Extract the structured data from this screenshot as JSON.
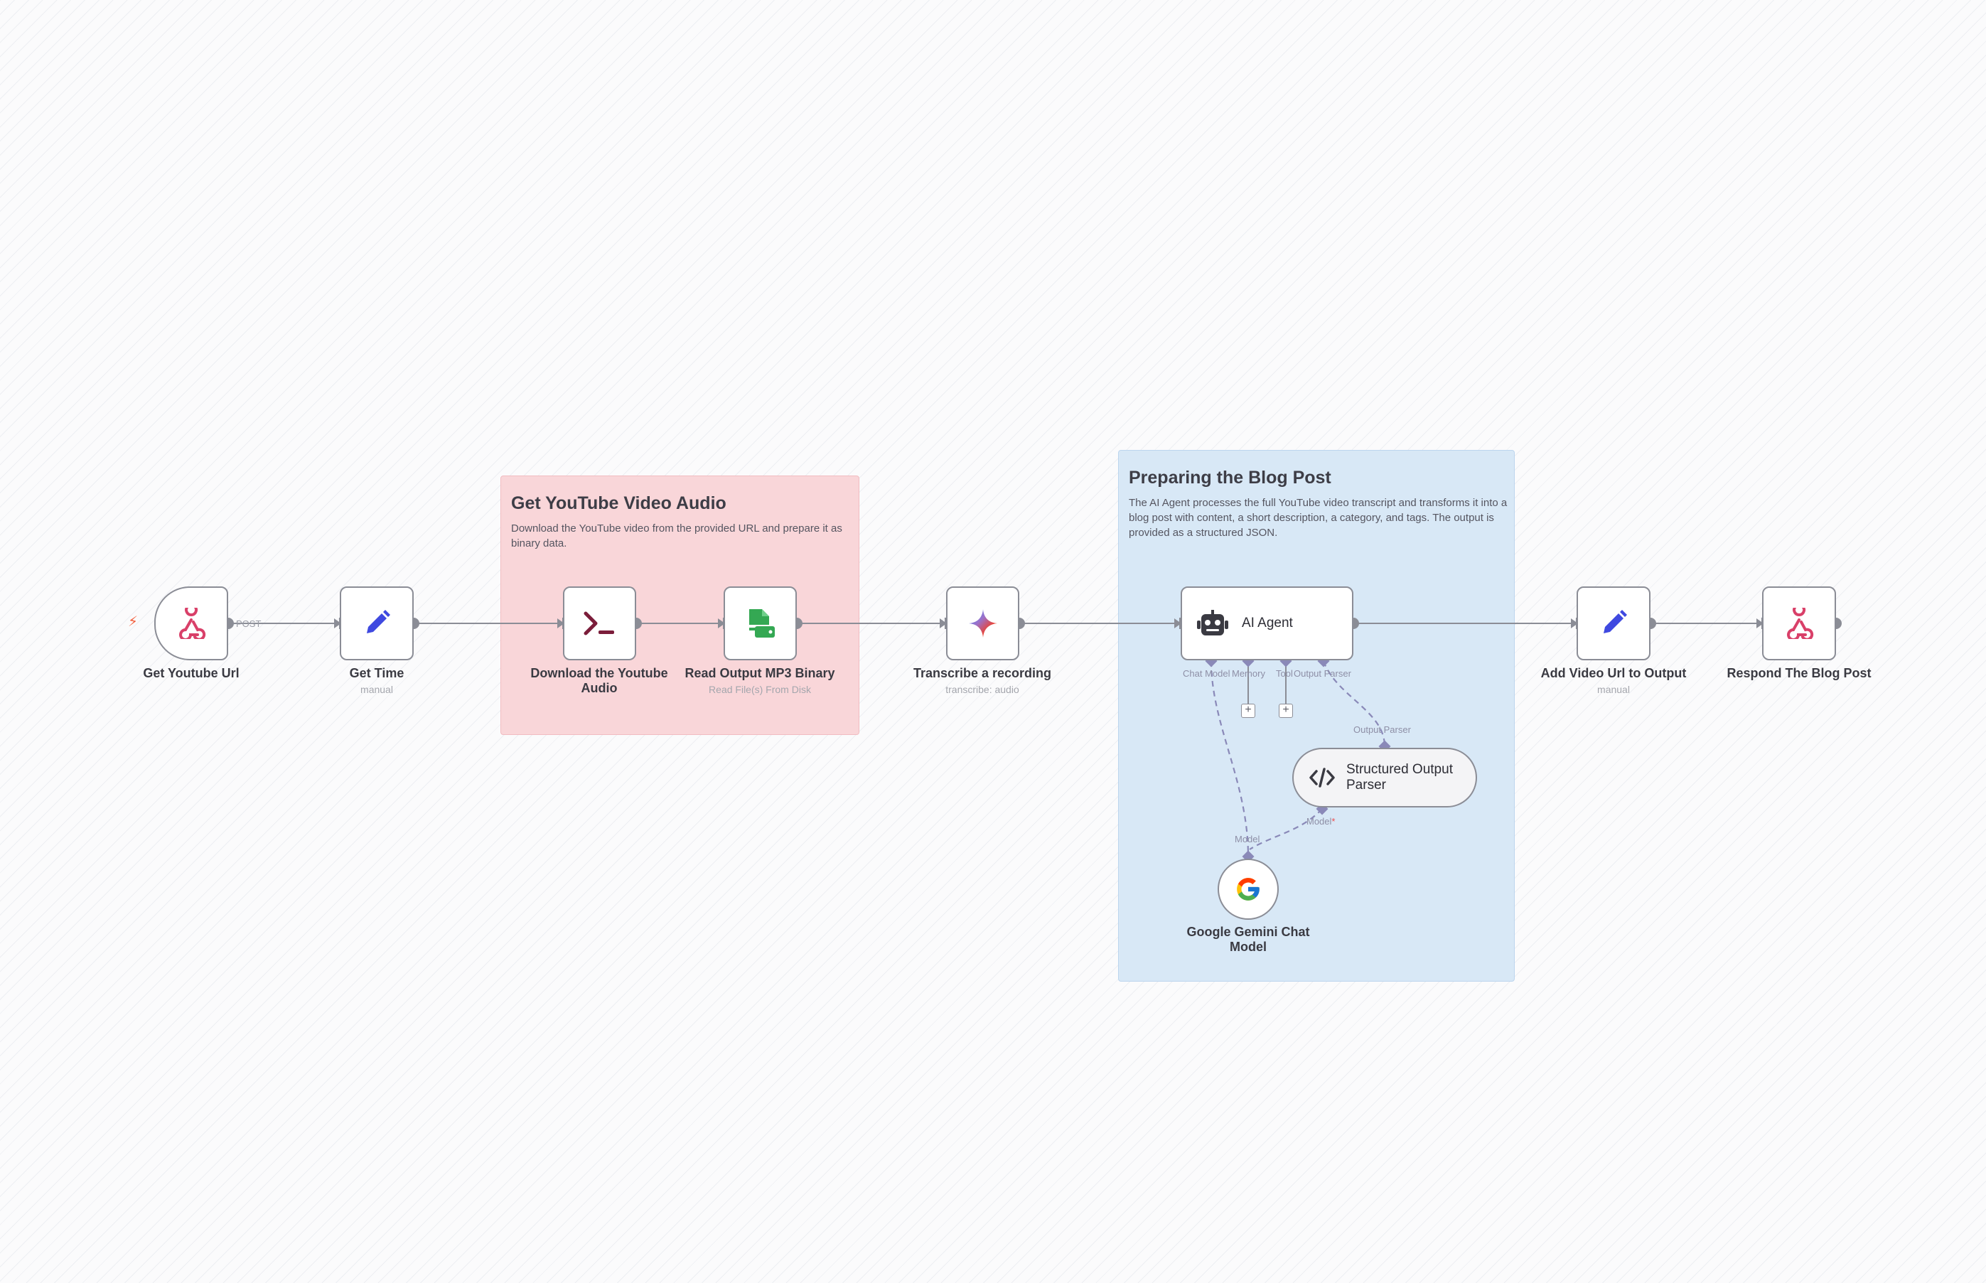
{
  "stickies": {
    "audio": {
      "title": "Get YouTube Video Audio",
      "description": "Download the YouTube video from the provided URL and prepare it as binary data."
    },
    "blog": {
      "title": "Preparing the Blog Post",
      "description": "The AI Agent processes the full YouTube video transcript and transforms it into a blog post with content, a short description, a category, and tags. The output is provided as a structured JSON."
    }
  },
  "nodes": {
    "get_youtube_url": {
      "label": "Get Youtube Url",
      "icon": "webhook-icon"
    },
    "get_time": {
      "label": "Get Time",
      "subtitle": "manual",
      "icon": "pencil-icon"
    },
    "download_audio": {
      "label": "Download the Youtube Audio",
      "icon": "terminal-icon"
    },
    "read_mp3": {
      "label": "Read Output MP3 Binary",
      "subtitle": "Read File(s) From Disk",
      "icon": "file-icon"
    },
    "transcribe": {
      "label": "Transcribe a recording",
      "subtitle": "transcribe: audio",
      "icon": "gemini-icon"
    },
    "ai_agent": {
      "label": "AI Agent",
      "icon": "robot-icon"
    },
    "add_video_url": {
      "label": "Add Video Url to Output",
      "subtitle": "manual",
      "icon": "pencil-icon"
    },
    "respond": {
      "label": "Respond The Blog Post",
      "icon": "webhook-icon"
    },
    "output_parser": {
      "label": "Structured Output Parser",
      "icon": "code-icon"
    },
    "gemini_chat": {
      "label": "Google Gemini Chat Model",
      "icon": "google-icon"
    }
  },
  "edge_labels": {
    "post": "POST"
  },
  "ports": {
    "chat_model": "Chat Model",
    "memory": "Memory",
    "tool": "Tool",
    "output_parser": "Output Parser",
    "output_parser_in": "Output Parser",
    "model": "Model",
    "model_in": "Model",
    "required_mark": "*"
  },
  "colors": {
    "edge": "#8b8d96",
    "sub_edge": "#8a89b8",
    "webhook": "#d94069",
    "pencil": "#3f49e0",
    "terminal": "#7b1d3a",
    "file": "#34a853"
  }
}
